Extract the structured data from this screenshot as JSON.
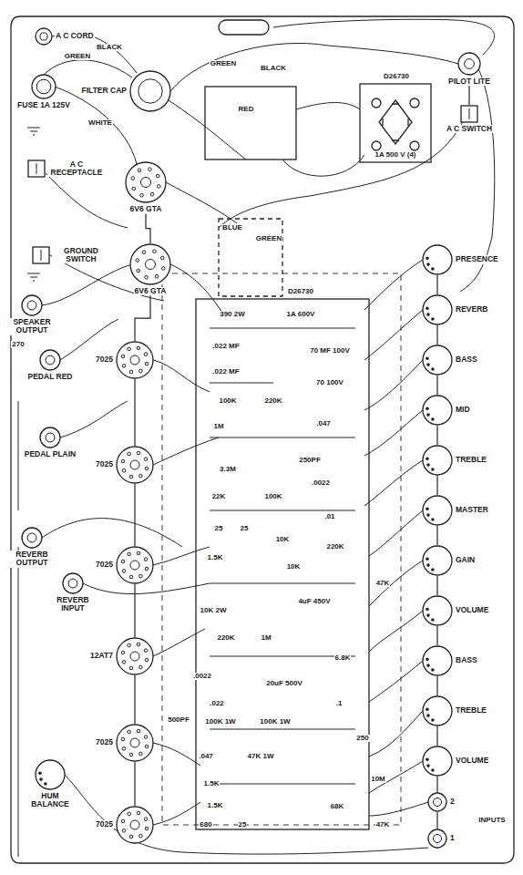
{
  "diagram": {
    "nodes": [
      {
        "text": [
          "A C CORD"
        ]
      },
      {
        "text": [
          "FUSE 1A 125V"
        ]
      },
      {
        "text": [
          "FILTER CAP"
        ]
      },
      {
        "text": [
          "A C RECEPTACLE"
        ]
      },
      {
        "text": [
          "6V6 GTA"
        ]
      },
      {
        "text": [
          "GROUND SWITCH"
        ]
      },
      {
        "text": [
          "6V6 GTA"
        ]
      },
      {
        "text": [
          "SPEAKER OUTPUT"
        ]
      },
      {
        "text": [
          "7025"
        ]
      },
      {
        "text": [
          "PEDAL RED"
        ]
      },
      {
        "text": [
          "7025"
        ]
      },
      {
        "text": [
          "PEDAL PLAIN"
        ]
      },
      {
        "text": [
          "REVERB OUTPUT"
        ]
      },
      {
        "text": [
          "REVERB INPUT"
        ]
      },
      {
        "text": [
          "7025"
        ]
      },
      {
        "text": [
          "12AT7"
        ]
      },
      {
        "text": [
          "7025"
        ]
      },
      {
        "text": [
          "HUM BALANCE"
        ]
      },
      {
        "text": [
          "7025"
        ]
      },
      {
        "text": [
          "PILOT LITE"
        ]
      },
      {
        "text": [
          "A C SWITCH"
        ]
      },
      {
        "text": [
          "PRESENCE"
        ]
      },
      {
        "text": [
          "REVERB"
        ]
      },
      {
        "text": [
          "BASS"
        ]
      },
      {
        "text": [
          "MID"
        ]
      },
      {
        "text": [
          "TREBLE"
        ]
      },
      {
        "text": [
          "MASTER"
        ]
      },
      {
        "text": [
          "GAIN"
        ]
      },
      {
        "text": [
          "VOLUME"
        ]
      },
      {
        "text": [
          "BASS"
        ]
      },
      {
        "text": [
          "TREBLE"
        ]
      },
      {
        "text": [
          "VOLUME"
        ]
      },
      {
        "text": [
          "2"
        ]
      },
      {
        "text": [
          "1"
        ]
      }
    ],
    "edges": [
      {
        "from": 4,
        "to": 6,
        "arrow": "none"
      },
      {
        "from": 6,
        "to": 8,
        "arrow": "none"
      },
      {
        "from": 8,
        "to": 10,
        "arrow": "none"
      },
      {
        "from": 10,
        "to": 14,
        "arrow": "none"
      },
      {
        "from": 14,
        "to": 15,
        "arrow": "none"
      },
      {
        "from": 15,
        "to": 16,
        "arrow": "none"
      },
      {
        "from": 16,
        "to": 18,
        "arrow": "none"
      },
      {
        "from": 19,
        "to": 20,
        "arrow": "none"
      },
      {
        "from": 21,
        "to": 22,
        "arrow": "none"
      },
      {
        "from": 22,
        "to": 23,
        "arrow": "none"
      },
      {
        "from": 23,
        "to": 24,
        "arrow": "none"
      },
      {
        "from": 24,
        "to": 25,
        "arrow": "none"
      },
      {
        "from": 25,
        "to": 26,
        "arrow": "none"
      },
      {
        "from": 26,
        "to": 27,
        "arrow": "none"
      },
      {
        "from": 27,
        "to": 28,
        "arrow": "none"
      },
      {
        "from": 28,
        "to": 29,
        "arrow": "none"
      },
      {
        "from": 29,
        "to": 30,
        "arrow": "none"
      },
      {
        "from": 30,
        "to": 31,
        "arrow": "none"
      },
      {
        "from": 31,
        "to": 32,
        "arrow": "none"
      },
      {
        "from": 32,
        "to": 33,
        "arrow": "none"
      }
    ],
    "labels": [
      "GREEN",
      "WHITE",
      "BLACK",
      "GREEN",
      "RED",
      "BLACK",
      "BLUE",
      "GREEN",
      "D26730",
      "1A 500 V (4)",
      "D26730",
      "1A 600V",
      "70 MF 100V",
      "70 100V",
      "390 2W",
      ".022 MF",
      ".022 MF",
      "100K",
      "220K",
      "1M",
      ".047",
      "250PF",
      ".0022",
      ".01",
      "3.3M",
      "22K",
      "100K",
      "25",
      "25",
      "1.5K",
      "10K",
      "10K",
      "220K",
      "47K",
      "4uF 450V",
      "10K 2W",
      "220K",
      "1M",
      "20uF 500V",
      ".1",
      "6.8K",
      ".0022",
      ".022",
      "500PF",
      "100K 1W",
      "100K 1W",
      "47K 1W",
      ".047",
      "250",
      "1.5K",
      "1.5K",
      "680",
      "25",
      "68K",
      "47K",
      "10M",
      "270",
      "INPUTS"
    ]
  }
}
